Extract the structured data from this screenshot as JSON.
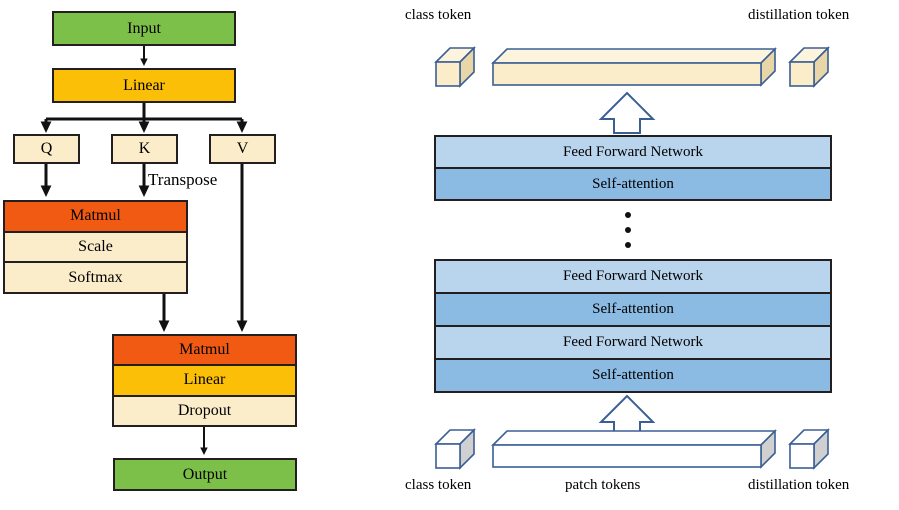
{
  "figure": {
    "title": "Self-attention block and transformer token pipeline diagram",
    "colors": {
      "green": "#7cc04a",
      "yellow": "#fbbf07",
      "cream": "#fbecca",
      "orange": "#f15a13",
      "ffn_blue": "#b9d5ee",
      "attn_blue": "#8bbbe3",
      "token_outline": "#3a5f95",
      "token_fill_cream": "#fbecca",
      "token_fill_white": "#ffffff",
      "stroke": "#231f20"
    }
  },
  "left_panel": {
    "name": "self-attention-detail",
    "input": "Input",
    "linear": "Linear",
    "projections": [
      {
        "label": "Q"
      },
      {
        "label": "K"
      },
      {
        "label": "V"
      }
    ],
    "transpose_label": "Transpose",
    "attention_stack": [
      {
        "label": "Matmul",
        "color": "orange"
      },
      {
        "label": "Scale",
        "color": "cream"
      },
      {
        "label": "Softmax",
        "color": "cream"
      }
    ],
    "output_stack": [
      {
        "label": "Matmul",
        "color": "orange"
      },
      {
        "label": "Linear",
        "color": "yellow"
      },
      {
        "label": "Dropout",
        "color": "cream"
      }
    ],
    "output": "Output"
  },
  "right_panel": {
    "name": "transformer-token-pipeline",
    "top_labels": {
      "class_token": "class token",
      "distillation_token": "distillation token"
    },
    "bottom_labels": {
      "class_token": "class token",
      "patch_tokens": "patch tokens",
      "distillation_token": "distillation token"
    },
    "top_block": {
      "rows": [
        {
          "label": "Feed Forward Network",
          "kind": "ffn"
        },
        {
          "label": "Self-attention",
          "kind": "sa"
        }
      ]
    },
    "ellipsis": "⋮",
    "bottom_block": {
      "rows": [
        {
          "label": "Feed Forward Network",
          "kind": "ffn"
        },
        {
          "label": "Self-attention",
          "kind": "sa"
        },
        {
          "label": "Feed Forward Network",
          "kind": "ffn"
        },
        {
          "label": "Self-attention",
          "kind": "sa"
        }
      ]
    }
  }
}
